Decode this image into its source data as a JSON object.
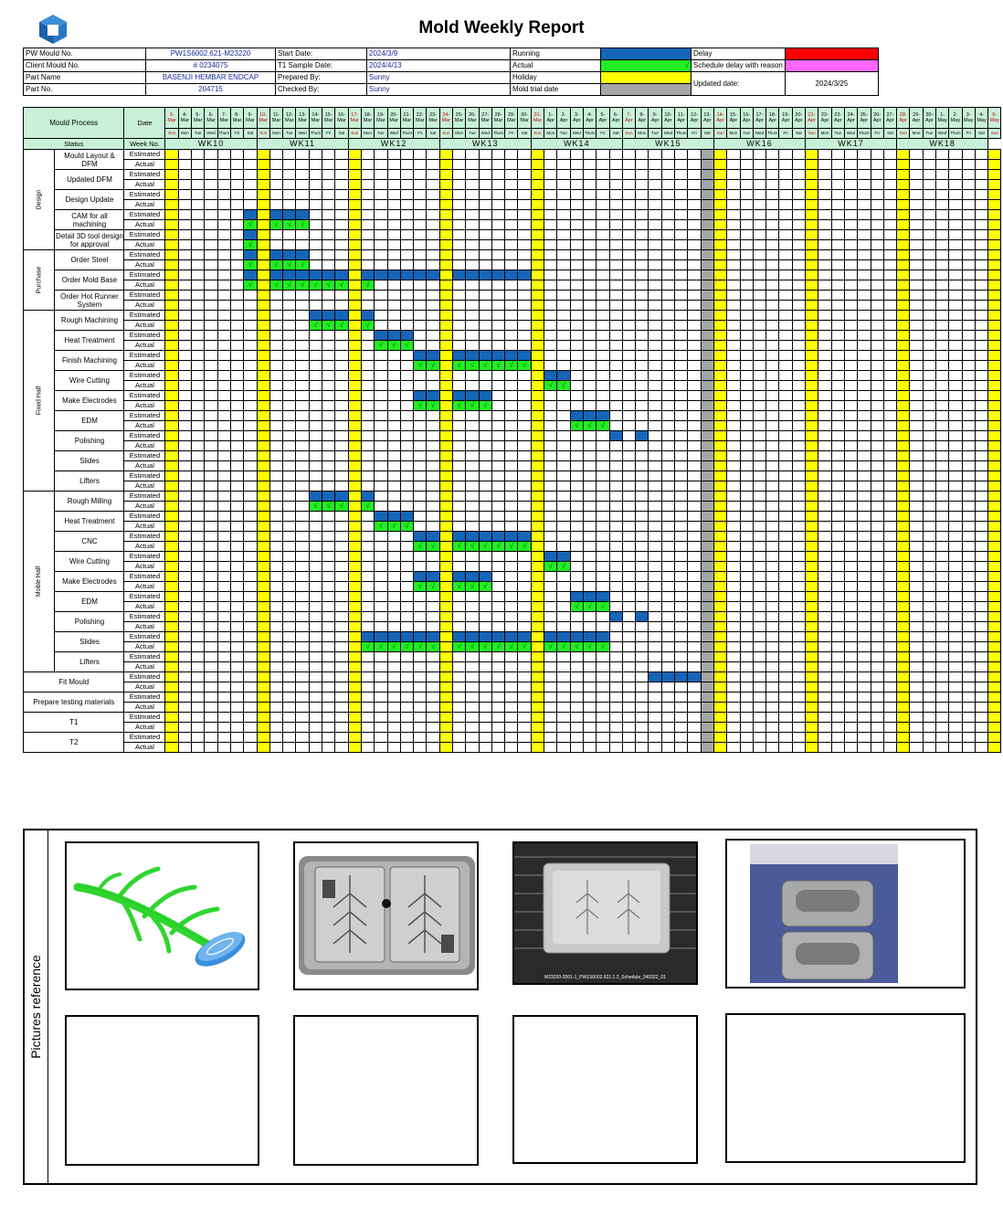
{
  "title": "Mold Weekly Report",
  "colors": {
    "running": "#1565b8",
    "actual": "#22ee22",
    "holiday": "#ffff00",
    "mold_trial": "#a6a6a6",
    "delay": "#ff0000",
    "schedule_delay": "#ff66ff",
    "header": "#c8f0d8"
  },
  "info": {
    "pw_mould_label": "PW Mould No.",
    "pw_mould": "PW1S6002.621-M23220",
    "client_mould_label": "Client Mould No.",
    "client_mould": "# 0234075",
    "part_name_label": "Part Name",
    "part_name": "BASENJI HEMBAR ENDCAP",
    "part_no_label": "Part No.",
    "part_no": "204715",
    "start_date_label": "Start Date:",
    "start_date": "2024/3/9",
    "t1_label": "T1 Sample Date:",
    "t1_date": "2024/4/13",
    "prepared_label": "Prepared By:",
    "prepared_by": "Sunny",
    "checked_label": "Checked By:",
    "checked_by": "Sunny",
    "legend_running": "Running",
    "legend_actual": "Actual",
    "legend_holiday": "Holiday",
    "legend_trial": "Mold trial date",
    "legend_delay": "Delay",
    "legend_schedule_delay": "Schedule delay with reason",
    "updated_label": "Updated date:",
    "updated_date": "2024/3/25",
    "check_mark": "√"
  },
  "gantt": {
    "process_label": "Mould Process",
    "date_label": "Date",
    "status_label": "Status",
    "week_label": "Week No.",
    "estimated": "Estimated",
    "actual": "Actual",
    "days": [
      "3-Mar",
      "4-Mar",
      "5-Mar",
      "6-Mar",
      "7-Mar",
      "8-Mar",
      "9-Mar",
      "10-Mar",
      "11-Mar",
      "12-Mar",
      "13-Mar",
      "14-Mar",
      "15-Mar",
      "16-Mar",
      "17-Mar",
      "18-Mar",
      "19-Mar",
      "20-Mar",
      "21-Mar",
      "22-Mar",
      "23-Mar",
      "24-Mar",
      "25-Mar",
      "26-Mar",
      "27-Mar",
      "28-Mar",
      "29-Mar",
      "30-Mar",
      "31-Mar",
      "1-Apr",
      "2-Apr",
      "3-Apr",
      "4-Apr",
      "5-Apr",
      "6-Apr",
      "7-Apr",
      "8-Apr",
      "9-Apr",
      "10-Apr",
      "11-Apr",
      "12-Apr",
      "13-Apr",
      "14-Apr",
      "15-Apr",
      "16-Apr",
      "17-Apr",
      "18-Apr",
      "19-Apr",
      "20-Apr",
      "21-Apr",
      "22-Apr",
      "23-Apr",
      "24-Apr",
      "25-Apr",
      "26-Apr",
      "27-Apr",
      "28-Apr",
      "29-Apr",
      "30-Apr",
      "1-May",
      "2-May",
      "3-May",
      "4-May",
      "5-May"
    ],
    "weekdays": [
      "Sun",
      "Mon",
      "Tue",
      "Wed",
      "Thurs",
      "Fri",
      "Sat"
    ],
    "weeks": [
      "WK10",
      "WK11",
      "WK12",
      "WK13",
      "WK14",
      "WK15",
      "WK16",
      "WK17",
      "WK18"
    ],
    "holidays": [
      0,
      7,
      14,
      21,
      28,
      42,
      49,
      56,
      63
    ],
    "trial_days": [
      41
    ],
    "rows": [
      {
        "cat": "Design",
        "name": "Mould Layout & DFM",
        "est": [],
        "act": []
      },
      {
        "cat": "Design",
        "name": "Updated DFM",
        "est": [],
        "act": []
      },
      {
        "cat": "Design",
        "name": "Design Update",
        "est": [],
        "act": []
      },
      {
        "cat": "Design",
        "name": "CAM for all machining",
        "est": [
          6,
          8,
          9,
          10
        ],
        "act": [
          6,
          8,
          9,
          10
        ]
      },
      {
        "cat": "Design",
        "name": "Detail 3D tool design for approval",
        "est": [
          6
        ],
        "act": [
          6
        ]
      },
      {
        "cat": "Purchase",
        "name": "Order Steel",
        "est": [
          6,
          8,
          9,
          10
        ],
        "act": [
          6,
          8,
          9,
          10
        ]
      },
      {
        "cat": "Purchase",
        "name": "Order Mold Base",
        "est": [
          6,
          8,
          9,
          10,
          11,
          12,
          13,
          15,
          16,
          17,
          18,
          19,
          20,
          22,
          23,
          24,
          25,
          26,
          27
        ],
        "act": [
          6,
          8,
          9,
          10,
          11,
          12,
          13,
          15
        ]
      },
      {
        "cat": "Purchase",
        "name": "Order Hot Runner System",
        "est": [],
        "act": []
      },
      {
        "cat": "Fixed Half",
        "name": "Rough Machining",
        "est": [
          11,
          12,
          13,
          15
        ],
        "act": [
          11,
          12,
          13,
          15
        ]
      },
      {
        "cat": "Fixed Half",
        "name": "Heat Treatment",
        "est": [
          16,
          17,
          18
        ],
        "act": [
          16,
          17,
          18
        ]
      },
      {
        "cat": "Fixed Half",
        "name": "Finish Machining",
        "est": [
          19,
          20,
          22,
          23,
          24,
          25,
          26,
          27
        ],
        "act": [
          19,
          20,
          22,
          23,
          24,
          25,
          26,
          27
        ]
      },
      {
        "cat": "Fixed Half",
        "name": "Wire Cutting",
        "est": [
          29,
          30
        ],
        "act": [
          29,
          30
        ]
      },
      {
        "cat": "Fixed Half",
        "name": "Make Electrodes",
        "est": [
          19,
          20,
          22,
          23,
          24
        ],
        "act": [
          19,
          20,
          22,
          23,
          24
        ]
      },
      {
        "cat": "Fixed Half",
        "name": "EDM",
        "est": [
          31,
          32,
          33
        ],
        "act": [
          31,
          32,
          33
        ]
      },
      {
        "cat": "Fixed Half",
        "name": "Polishing",
        "est": [
          34,
          36
        ],
        "act": []
      },
      {
        "cat": "Fixed Half",
        "name": "Slides",
        "est": [],
        "act": []
      },
      {
        "cat": "Fixed Half",
        "name": "Lifters",
        "est": [],
        "act": []
      },
      {
        "cat": "Moble Half",
        "name": "Rough Milling",
        "est": [
          11,
          12,
          13,
          15
        ],
        "act": [
          11,
          12,
          13,
          15
        ]
      },
      {
        "cat": "Moble Half",
        "name": "Heat Treatment",
        "est": [
          16,
          17,
          18
        ],
        "act": [
          16,
          17,
          18
        ]
      },
      {
        "cat": "Moble Half",
        "name": "CNC",
        "est": [
          19,
          20,
          22,
          23,
          24,
          25,
          26,
          27
        ],
        "act": [
          19,
          20,
          22,
          23,
          24,
          25,
          26,
          27
        ]
      },
      {
        "cat": "Moble Half",
        "name": "Wire Cutting",
        "est": [
          29,
          30
        ],
        "act": [
          29,
          30
        ]
      },
      {
        "cat": "Moble Half",
        "name": "Make Electrodes",
        "est": [
          19,
          20,
          22,
          23,
          24
        ],
        "act": [
          19,
          20,
          22,
          23,
          24
        ]
      },
      {
        "cat": "Moble Half",
        "name": "EDM",
        "est": [
          31,
          32,
          33
        ],
        "act": [
          31,
          32,
          33
        ]
      },
      {
        "cat": "Moble Half",
        "name": "Polishing",
        "est": [
          34,
          36
        ],
        "act": []
      },
      {
        "cat": "Moble Half",
        "name": "Slides",
        "est": [
          15,
          16,
          17,
          18,
          19,
          20,
          22,
          23,
          24,
          25,
          26,
          27,
          29,
          30,
          31,
          32,
          33
        ],
        "act": [
          15,
          16,
          17,
          18,
          19,
          20,
          22,
          23,
          24,
          25,
          26,
          27,
          29,
          30,
          31,
          32,
          33
        ]
      },
      {
        "cat": "Moble Half",
        "name": "Lifters",
        "est": [],
        "act": []
      },
      {
        "cat": "",
        "name": "Fit Mould",
        "est": [
          37,
          38,
          39,
          40
        ],
        "act": []
      },
      {
        "cat": "",
        "name": "Prepare testing materials",
        "est": [],
        "act": []
      },
      {
        "cat": "",
        "name": "T1",
        "est": [],
        "act": []
      },
      {
        "cat": "",
        "name": "T2",
        "est": [],
        "act": []
      }
    ]
  },
  "pictures": {
    "label": "Pictures reference",
    "photo3_caption": "M23220-2001-1_PW1S6002.621.1.2_Schedule_240322_01"
  }
}
